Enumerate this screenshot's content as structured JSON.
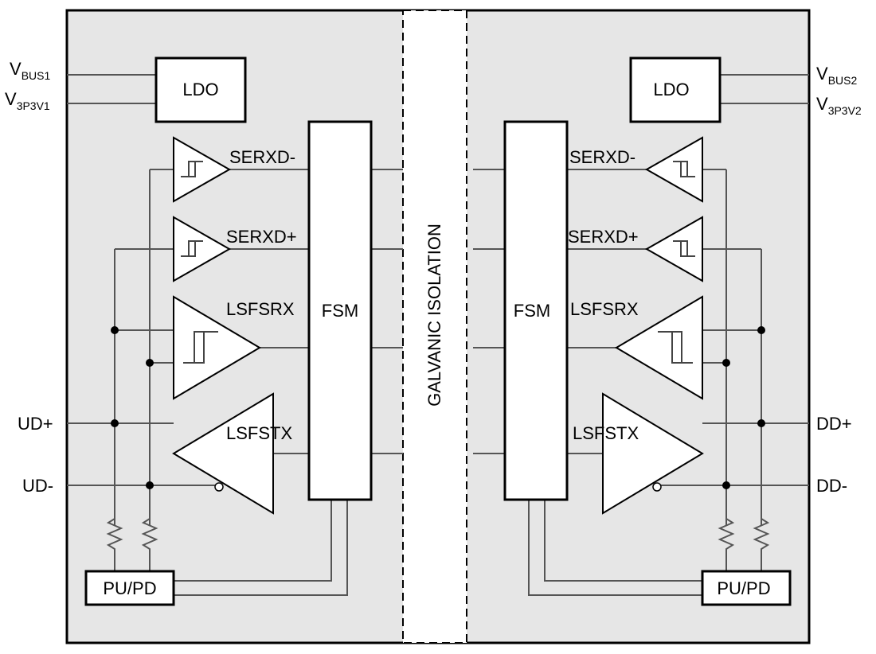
{
  "colors": {
    "background": "#ffffff",
    "panel": "#e6e6e6",
    "wire": "#555555",
    "outline": "#000000",
    "block_fill": "#ffffff"
  },
  "left": {
    "vbus": {
      "main": "V",
      "sub": "BUS1"
    },
    "v3p3": {
      "main": "V",
      "sub": "3P3V1"
    },
    "ldo": "LDO",
    "fsm": "FSM",
    "serxd_minus": "SERXD-",
    "serxd_plus": "SERXD+",
    "lsfsrx": "LSFSRX",
    "lsfstx": "LSFSTX",
    "ud_plus": "UD+",
    "ud_minus": "UD-",
    "pupd": "PU/PD"
  },
  "right": {
    "vbus": {
      "main": "V",
      "sub": "BUS2"
    },
    "v3p3": {
      "main": "V",
      "sub": "3P3V2"
    },
    "ldo": "LDO",
    "fsm": "FSM",
    "serxd_minus": "SERXD-",
    "serxd_plus": "SERXD+",
    "lsfsrx": "LSFSRX",
    "lsfstx": "LSFSTX",
    "dd_plus": "DD+",
    "dd_minus": "DD-",
    "pupd": "PU/PD"
  },
  "isolation_label": "GALVANIC ISOLATION"
}
